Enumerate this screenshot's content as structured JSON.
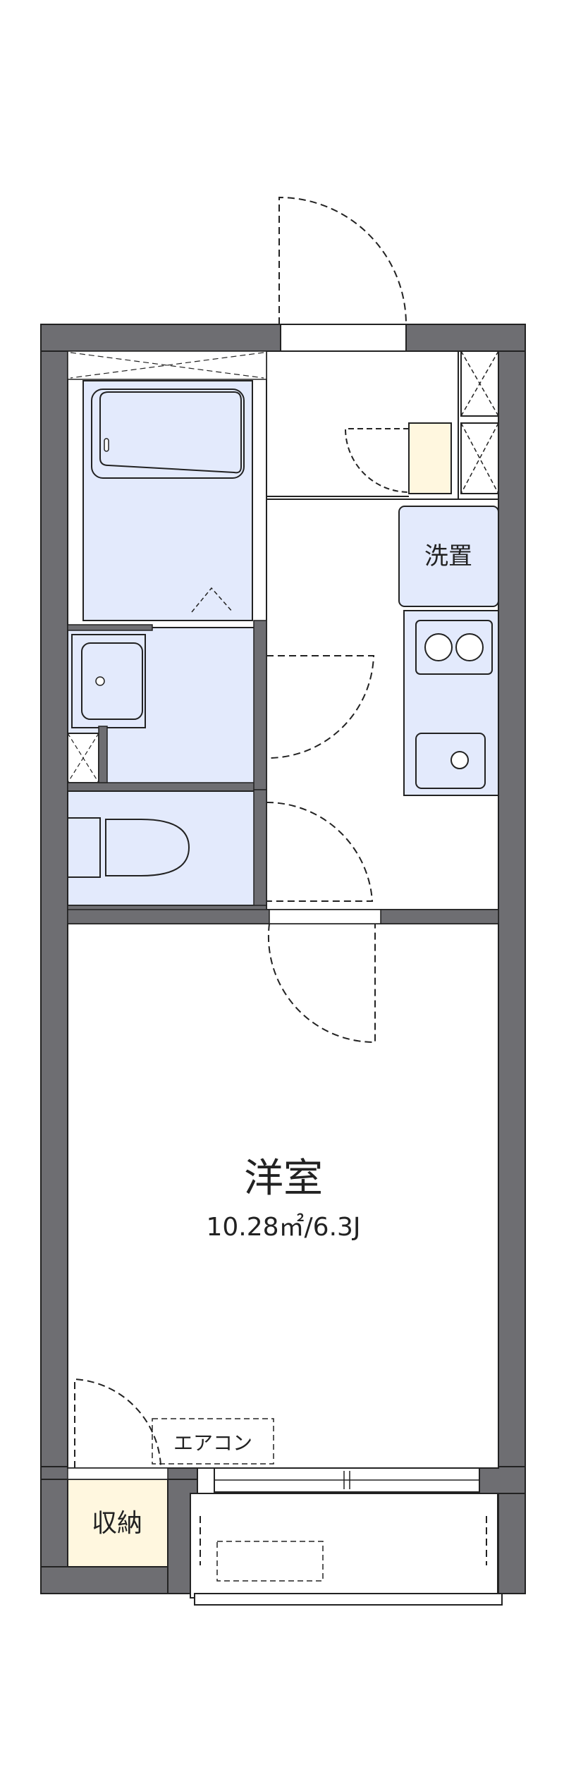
{
  "labels": {
    "western_room": "洋室",
    "western_room_area": "10.28㎡/6.3J",
    "washer_space": "洗置",
    "storage": "収納",
    "air_conditioner": "エアコン"
  },
  "colors": {
    "wall": "#6e6e72",
    "wall_outline": "#222222",
    "wet_area": "#e3eafc",
    "storage_fill": "#fff7df",
    "line": "#222222"
  }
}
